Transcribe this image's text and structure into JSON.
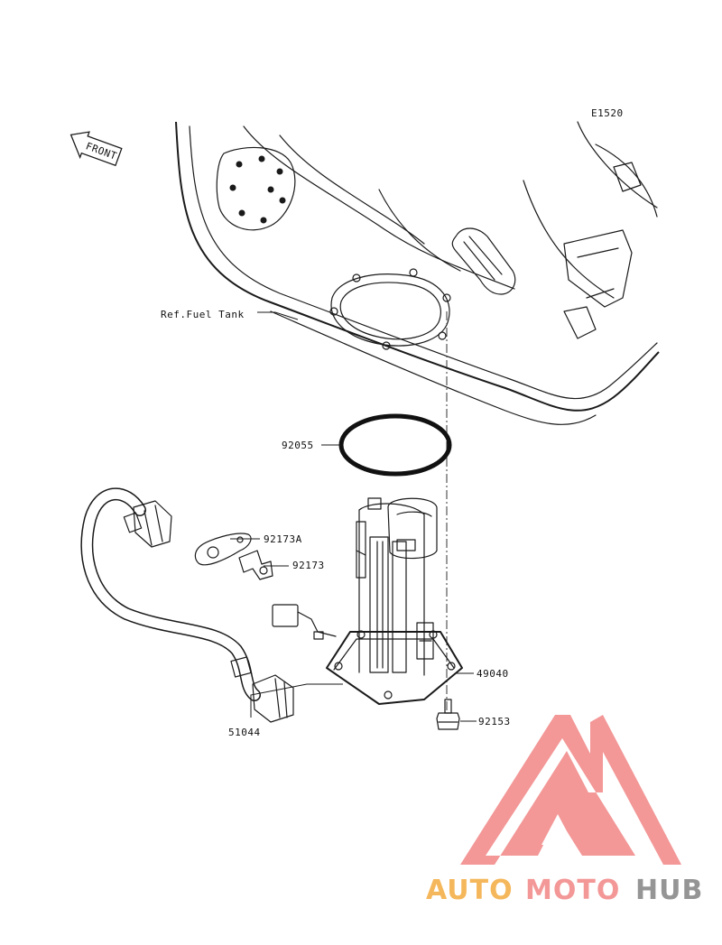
{
  "diagram_code": "E1520",
  "front_arrow_label": "FRONT",
  "parts": [
    {
      "id": "ref-fuel-tank",
      "label": "Ref.Fuel Tank"
    },
    {
      "id": "92055",
      "label": "92055"
    },
    {
      "id": "92173A",
      "label": "92173A"
    },
    {
      "id": "92173",
      "label": "92173"
    },
    {
      "id": "49040",
      "label": "49040"
    },
    {
      "id": "51044",
      "label": "51044"
    },
    {
      "id": "92153",
      "label": "92153"
    }
  ],
  "watermark": {
    "brand_part1": "AUTO",
    "brand_part2": "MOTO",
    "brand_part3": "HUB",
    "colors": {
      "auto": "#f5b04a",
      "moto": "#f28c8c",
      "hub": "#8a8a8a",
      "triangle": "#f28c8c"
    }
  }
}
